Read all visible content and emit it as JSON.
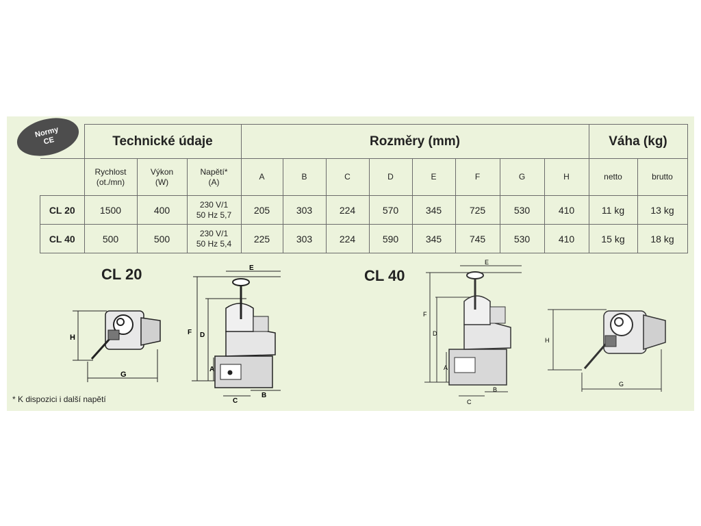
{
  "badge": {
    "line1": "Normy",
    "line2": "CE"
  },
  "groups": {
    "tech": "Technické údaje",
    "dims": "Rozměry (mm)",
    "weight": "Váha (kg)"
  },
  "columns": {
    "speed": {
      "line1": "Rychlost",
      "line2": "(ot./mn)"
    },
    "power": {
      "line1": "Výkon",
      "line2": "(W)"
    },
    "voltage": {
      "line1": "Napětí*",
      "line2": "(A)"
    },
    "a": "A",
    "b": "B",
    "c": "C",
    "d": "D",
    "e": "E",
    "f": "F",
    "g": "G",
    "h": "H",
    "net": "netto",
    "gross": "brutto"
  },
  "rows": [
    {
      "model": "CL 20",
      "speed": "1500",
      "power": "400",
      "voltage_line1": "230 V/1",
      "voltage_line2": "50 Hz  5,7",
      "a": "205",
      "b": "303",
      "c": "224",
      "d": "570",
      "e": "345",
      "f": "725",
      "g": "530",
      "h": "410",
      "net": "11 kg",
      "gross": "13 kg"
    },
    {
      "model": "CL 40",
      "speed": "500",
      "power": "500",
      "voltage_line1": "230 V/1",
      "voltage_line2": "50 Hz 5,4",
      "a": "225",
      "b": "303",
      "c": "224",
      "d": "590",
      "e": "345",
      "f": "745",
      "g": "530",
      "h": "410",
      "net": "15 kg",
      "gross": "18 kg"
    }
  ],
  "drawings": {
    "cl20_title": "CL 20",
    "cl40_title": "CL 40",
    "labels": {
      "a": "A",
      "b": "B",
      "c": "C",
      "d": "D",
      "e": "E",
      "f": "F",
      "g": "G",
      "h": "H"
    }
  },
  "footnote": "* K dispozici i další napětí"
}
